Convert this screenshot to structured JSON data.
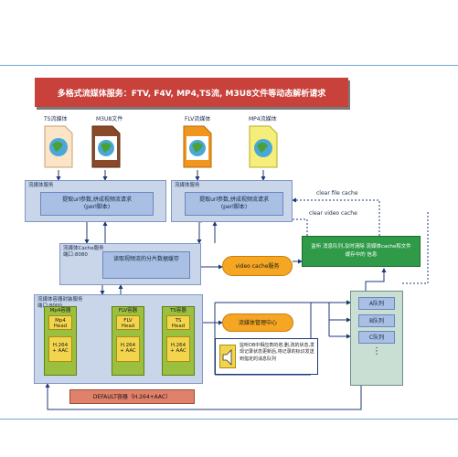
{
  "banner": {
    "text": "多格式流媒体服务：FTV, F4V, MP4,TS流, M3U8文件等动态解析请求"
  },
  "files": [
    {
      "label": "TS流媒体",
      "kind": "globe-document"
    },
    {
      "label": "M3U8文件",
      "kind": "globe-document"
    },
    {
      "label": "FLV流媒体",
      "kind": "globe-document"
    },
    {
      "label": "MP4流媒体",
      "kind": "globe-document"
    }
  ],
  "services": [
    {
      "title": "流媒体服务",
      "line1": "提取url参数,拼成视频流请求",
      "line2": "(perl脚本)"
    },
    {
      "title": "流媒体服务",
      "line1": "提取url参数,拼成视频流请求",
      "line2": "(perl脚本)"
    }
  ],
  "cache_service": {
    "title": "流媒体Cache服务",
    "port": "端口:8080",
    "inner": "读取视频流的分片数据缓存"
  },
  "video_cache": {
    "label": "video cache服务"
  },
  "green_box": {
    "text": "监听 消息队列,及时清除 流媒体cache和文件 缓存中的 信息"
  },
  "clear_file_cache": "clear file cache",
  "clear_video_cache": "clear video cache",
  "container_service": {
    "title": "流媒体容器封装服务",
    "port": "端口:8000",
    "containers": [
      {
        "name": "Mp4容器",
        "head": "Mp4 Head",
        "codec": "H.264 + AAC"
      },
      {
        "name": "FLV容器",
        "head": "FLV Head",
        "codec": "H.264 + AAC"
      },
      {
        "name": "TS容器",
        "head": "TS Head",
        "codec": "H.264 + AAC"
      }
    ],
    "default": "DEFAULT容器（H.264+AAC）"
  },
  "mgmt_center": {
    "label": "流媒体管理中心"
  },
  "notice": {
    "text": "监听DB中相应表的增,删,改的状态,发现记录状态更新后,将记录的标识发送到指定的消息队列"
  },
  "queue": {
    "items": [
      "A队列",
      "B队列",
      "C队列"
    ],
    "ellipsis": "⋮"
  },
  "colors": {
    "banner": "#c8413a",
    "blue_panel": "#c9d6ea",
    "green_box": "#2f9a47",
    "orange": "#f5a623",
    "queue_box": "#c9dfd4"
  }
}
